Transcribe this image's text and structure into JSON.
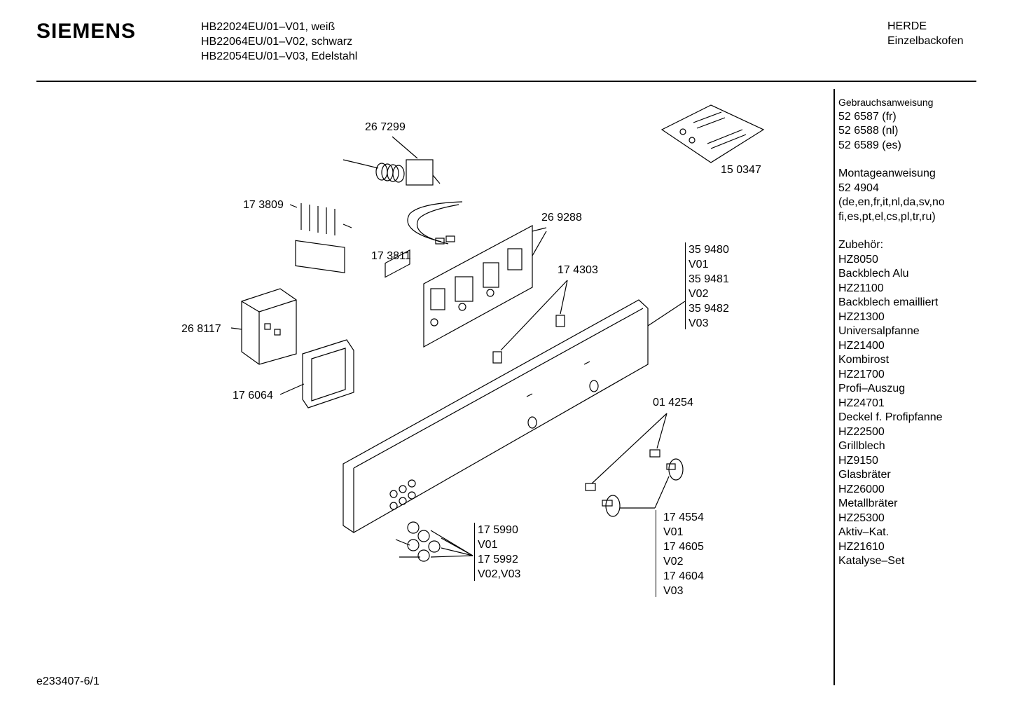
{
  "header": {
    "brand": "SIEMENS",
    "models": [
      "HB22024EU/01–V01, weiß",
      "HB22064EU/01–V02, schwarz",
      "HB22054EU/01–V03, Edelstahl"
    ],
    "category": "HERDE",
    "subcategory": "Einzelbackofen"
  },
  "parts": {
    "p267299": "26 7299",
    "p173809": "17 3809",
    "p173811": "17 3811",
    "p269288": "26 9288",
    "p268117": "26 8117",
    "p176064": "17 6064",
    "p174303": "17 4303",
    "p150347": "15 0347",
    "p014254": "01 4254",
    "panel": [
      "35 9480",
      "V01",
      "35 9481",
      "V02",
      "35 9482",
      "V03"
    ],
    "knobs_small": [
      "17 5990",
      "V01",
      "17 5992",
      "V02,V03"
    ],
    "knobs_large": [
      "17 4554",
      "V01",
      "17 4605",
      "V02",
      "17 4604",
      "V03"
    ]
  },
  "sidebar": {
    "manual_title": "Gebrauchsanweisung",
    "manual_items": [
      "52 6587 (fr)",
      "52 6588 (nl)",
      "52 6589 (es)"
    ],
    "install_title": "Montageanweisung",
    "install_items": [
      "52 4904",
      "(de,en,fr,it,nl,da,sv,no",
      "fi,es,pt,el,cs,pl,tr,ru)"
    ],
    "accessories_title": "Zubehör:",
    "accessories": [
      "HZ8050",
      "Backblech Alu",
      "HZ21100",
      "Backblech emailliert",
      "HZ21300",
      "Universalpfanne",
      "HZ21400",
      "Kombirost",
      "HZ21700",
      "Profi–Auszug",
      "HZ24701",
      "Deckel f. Profipfanne",
      "HZ22500",
      "Grillblech",
      "HZ9150",
      "Glasbräter",
      "HZ26000",
      "Metallbräter",
      "HZ25300",
      "Aktiv–Kat.",
      "HZ21610",
      "Katalyse–Set"
    ]
  },
  "footer": {
    "doc_id": "e233407-6/1"
  }
}
